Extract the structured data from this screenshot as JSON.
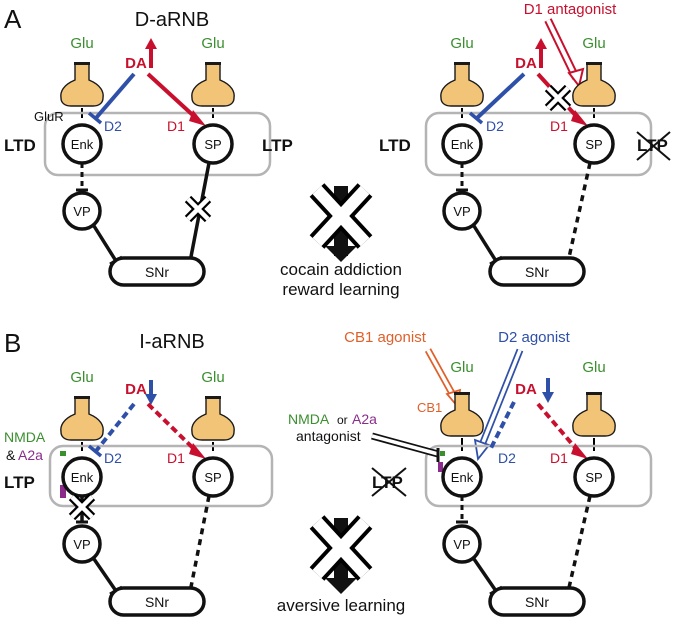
{
  "panels": {
    "A": {
      "letter": "A",
      "title": "D-aRNB",
      "center_lines": [
        "cocain addiction",
        "reward learning"
      ],
      "left": {
        "glu": [
          "Glu",
          "Glu"
        ],
        "da": "DA",
        "glur": "GluR",
        "d2": "D2",
        "d1": "D1",
        "enk": "Enk",
        "sp": "SP",
        "vp": "VP",
        "snr": "SNr",
        "ltd": "LTD",
        "ltp": "LTP"
      },
      "right": {
        "glu": [
          "Glu",
          "Glu"
        ],
        "da": "DA",
        "antagonist": "D1 antagonist",
        "d2": "D2",
        "d1": "D1",
        "enk": "Enk",
        "sp": "SP",
        "vp": "VP",
        "snr": "SNr",
        "ltd": "LTD",
        "ltp": "LTP"
      }
    },
    "B": {
      "letter": "B",
      "title": "I-aRNB",
      "center_lines": [
        "aversive learning"
      ],
      "left": {
        "glu": [
          "Glu",
          "Glu"
        ],
        "da": "DA",
        "nmda": "NMDA",
        "amp": "&",
        "a2a": "A2a",
        "d2": "D2",
        "d1": "D1",
        "enk": "Enk",
        "sp": "SP",
        "vp": "VP",
        "snr": "SNr",
        "ltp": "LTP"
      },
      "right": {
        "glu": [
          "Glu",
          "Glu"
        ],
        "da": "DA",
        "cb1_agonist": "CB1 agonist",
        "d2_agonist": "D2 agonist",
        "nmda": "NMDA",
        "or": "or",
        "a2a": "A2a",
        "antagonist": "antagonist",
        "cb1": "CB1",
        "d2": "D2",
        "d1": "D1",
        "enk": "Enk",
        "sp": "SP",
        "vp": "VP",
        "snr": "SNr",
        "ltp": "LTP"
      }
    }
  },
  "colors": {
    "glu_text": "#3a8f2e",
    "glu_flask": "#f2c477",
    "da": "#c8102e",
    "d2": "#2f50a8",
    "cb1": "#e0602a",
    "nmda": "#3a8f2e",
    "a2a": "#8b2c8c",
    "box_border": "#b4b4b4"
  }
}
